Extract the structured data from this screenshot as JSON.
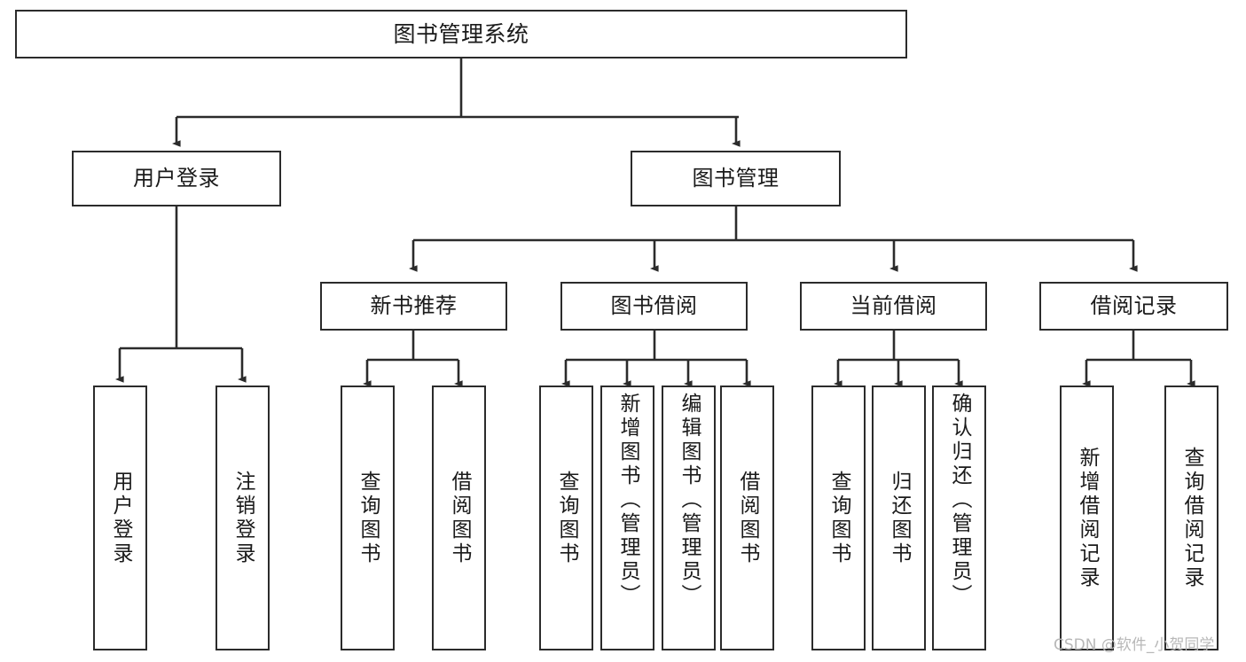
{
  "diagram": {
    "type": "tree-hierarchy",
    "title": "图书管理系统",
    "root": {
      "id": "root",
      "label": "图书管理系统"
    },
    "level2": [
      {
        "id": "user-login",
        "label": "用户登录"
      },
      {
        "id": "book-manage",
        "label": "图书管理"
      }
    ],
    "level3": [
      {
        "id": "new-book-recommend",
        "label": "新书推荐",
        "parent": "book-manage"
      },
      {
        "id": "book-borrow",
        "label": "图书借阅",
        "parent": "book-manage"
      },
      {
        "id": "current-borrow",
        "label": "当前借阅",
        "parent": "book-manage"
      },
      {
        "id": "borrow-record",
        "label": "借阅记录",
        "parent": "book-manage"
      }
    ],
    "leaves": [
      {
        "id": "leaf-user-login",
        "label": "用户登录",
        "parent": "user-login"
      },
      {
        "id": "leaf-logout",
        "label": "注销登录",
        "parent": "user-login"
      },
      {
        "id": "leaf-query-book-1",
        "label": "查询图书",
        "parent": "new-book-recommend"
      },
      {
        "id": "leaf-borrow-book-1",
        "label": "借阅图书",
        "parent": "new-book-recommend"
      },
      {
        "id": "leaf-query-book-2",
        "label": "查询图书",
        "parent": "book-borrow"
      },
      {
        "id": "leaf-add-book",
        "label": "新增图书（管理员）",
        "parent": "book-borrow"
      },
      {
        "id": "leaf-edit-book",
        "label": "编辑图书（管理员）",
        "parent": "book-borrow"
      },
      {
        "id": "leaf-borrow-book-2",
        "label": "借阅图书",
        "parent": "book-borrow"
      },
      {
        "id": "leaf-query-book-3",
        "label": "查询图书",
        "parent": "current-borrow"
      },
      {
        "id": "leaf-return-book",
        "label": "归还图书",
        "parent": "current-borrow"
      },
      {
        "id": "leaf-confirm-return",
        "label": "确认归还（管理员）",
        "parent": "current-borrow"
      },
      {
        "id": "leaf-add-record",
        "label": "新增借阅记录",
        "parent": "borrow-record"
      },
      {
        "id": "leaf-query-record",
        "label": "查询借阅记录",
        "parent": "borrow-record"
      }
    ],
    "colors": {
      "stroke": "#2b2b2b",
      "fill": "#ffffff",
      "text": "#1a1a1a",
      "watermark": "#b8b8b8"
    }
  },
  "watermark": {
    "text": "CSDN @软件_小贺同学"
  }
}
